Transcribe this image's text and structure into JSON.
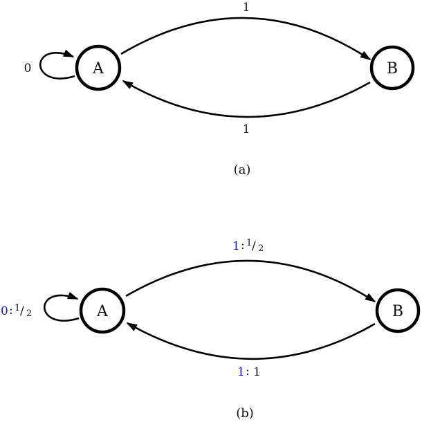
{
  "diagram_a": {
    "caption": "(a)",
    "states": {
      "a": "A",
      "b": "B"
    },
    "edges": {
      "self_loop_a": "0",
      "a_to_b": "1",
      "b_to_a": "1"
    }
  },
  "diagram_b": {
    "caption": "(b)",
    "states": {
      "a": "A",
      "b": "B"
    },
    "edges": {
      "self_loop_a": {
        "symbol": "0",
        "weight_num": "1",
        "weight_den": "2"
      },
      "a_to_b": {
        "symbol": "1",
        "weight_num": "1",
        "weight_den": "2"
      },
      "b_to_a": {
        "symbol": "1",
        "weight": "1"
      }
    }
  },
  "colors": {
    "symbol_accent": "#1a1adc"
  }
}
